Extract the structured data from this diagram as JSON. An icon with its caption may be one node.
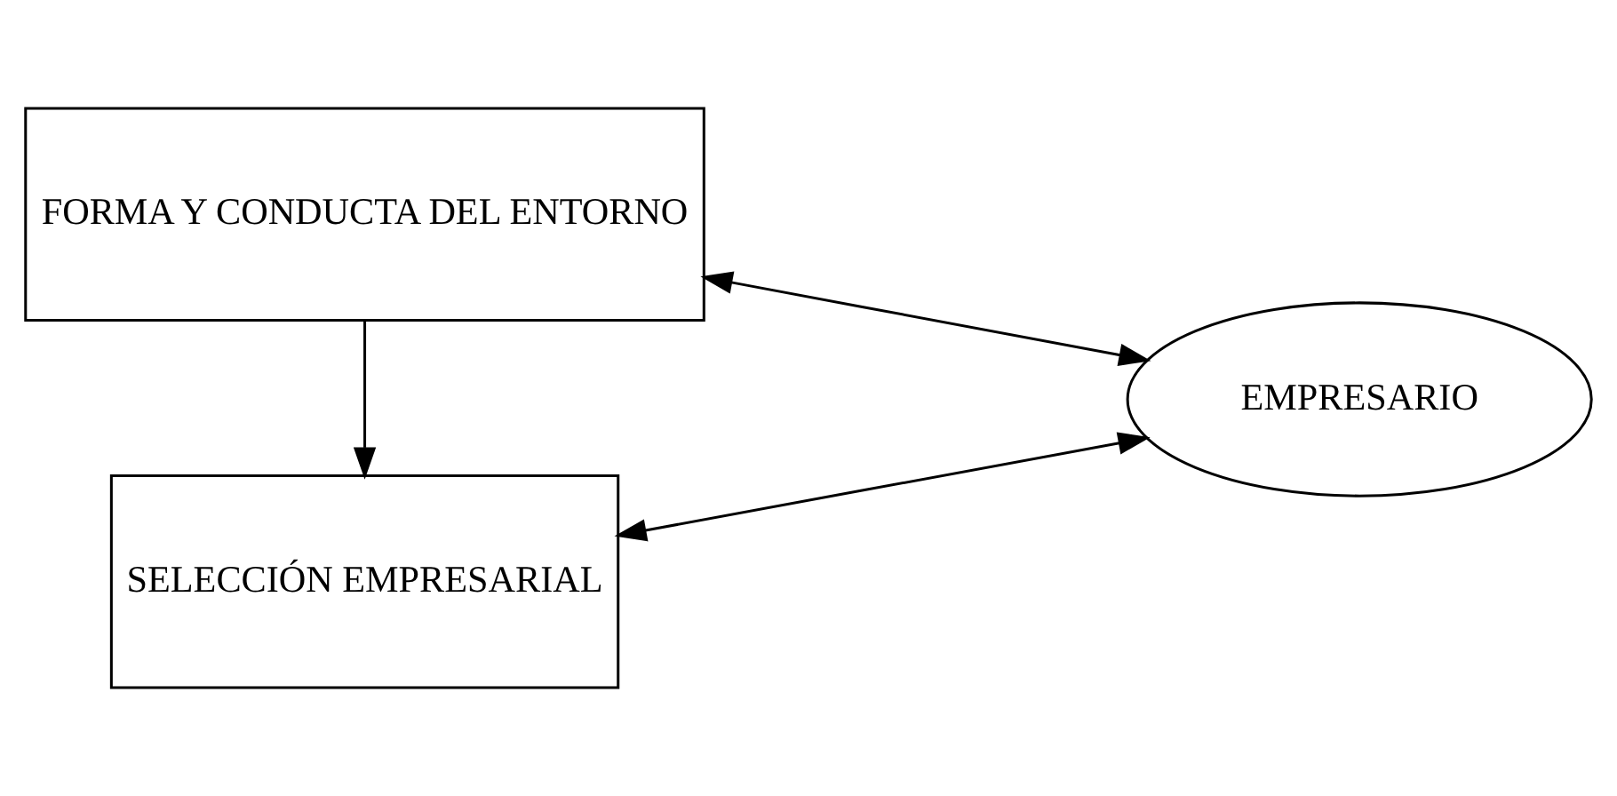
{
  "diagram": {
    "nodes": [
      {
        "text": [
          "SELECCIÓN EMPRESARIAL"
        ]
      },
      {
        "text": [
          "EMPRESARIO"
        ]
      },
      {
        "text": [
          "FORMA Y CONDUCTA DEL ENTORNO"
        ]
      }
    ],
    "edges": [
      {
        "from": 2,
        "to": 0,
        "arrow": "to"
      },
      {
        "from": 0,
        "to": 1,
        "arrow": "both"
      },
      {
        "from": 2,
        "to": 1,
        "arrow": "both"
      }
    ]
  }
}
